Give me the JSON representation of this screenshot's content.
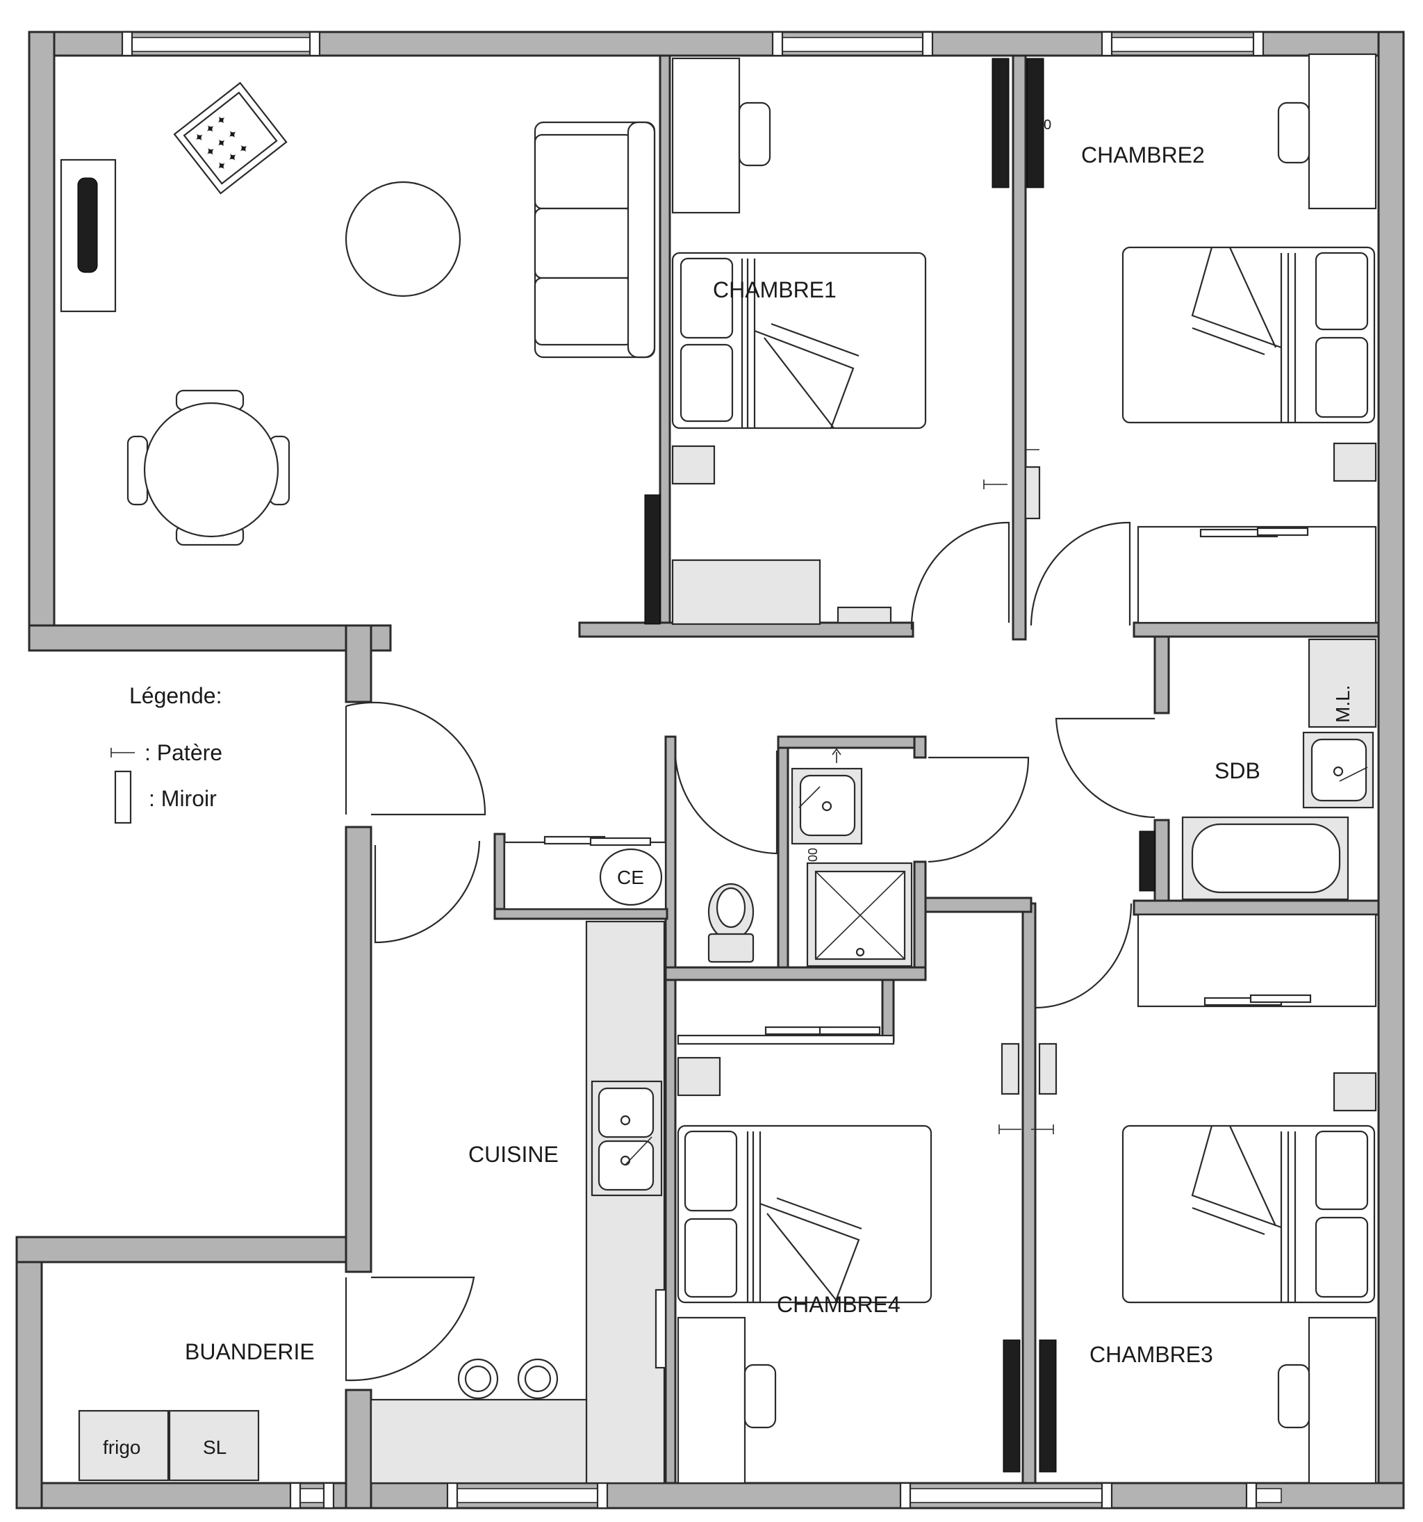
{
  "rooms": {
    "chambre1": "CHAMBRE1",
    "chambre2": "CHAMBRE2",
    "chambre3": "CHAMBRE3",
    "chambre4": "CHAMBRE4",
    "sdb": "SDB",
    "cuisine": "CUISINE",
    "buanderie": "BUANDERIE"
  },
  "fixtures": {
    "ce": "CE",
    "ml": "M.L.",
    "frigo": "frigo",
    "sl": "SL",
    "small_0": "0",
    "small_00": "00"
  },
  "legend": {
    "title": "Légende:",
    "patere": ": Patère",
    "miroir": ": Miroir"
  }
}
